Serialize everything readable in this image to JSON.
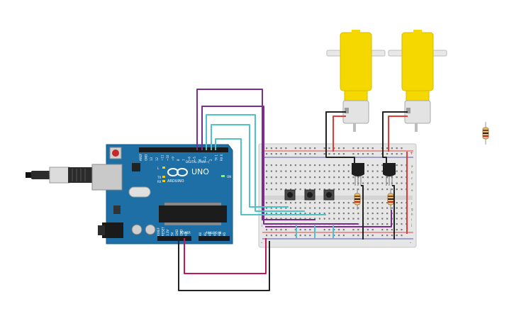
{
  "arduino": {
    "model_label": "UNO",
    "brand_label": "ARDUINO",
    "digital_header_label": "DIGITAL (PWM~)",
    "power_label": "POWER",
    "analog_label": "ANALOG IN",
    "tx_label": "TX",
    "rx_label": "RX",
    "l_label": "L",
    "on_label": "ON",
    "digital_pins": [
      "AREF",
      "GND",
      "13",
      "12",
      "~11",
      "~10",
      "~9",
      "8",
      "7",
      "~6",
      "~5",
      "4",
      "~3",
      "2",
      "TX 1",
      "RX 0"
    ],
    "power_pins": [
      "IOREF",
      "RESET",
      "3.3V",
      "5V",
      "GND",
      "GND",
      "Vin"
    ],
    "analog_pins": [
      "A0",
      "A1",
      "A2",
      "A3",
      "A4",
      "A5"
    ]
  },
  "breadboard": {
    "column_numbers": [
      "1",
      "5",
      "10",
      "15",
      "20",
      "25",
      "30"
    ],
    "row_letters_top": [
      "a",
      "b",
      "c",
      "d",
      "e"
    ],
    "row_letters_bottom": [
      "f",
      "g",
      "h",
      "i",
      "j"
    ],
    "rail_plus": "+",
    "rail_minus": "-"
  },
  "components": {
    "motors": [
      "dc-motor-left",
      "dc-motor-right"
    ],
    "transistors": [
      "transistor-left",
      "transistor-right"
    ],
    "buttons": [
      "pushbutton-1",
      "pushbutton-2",
      "pushbutton-3"
    ],
    "resistors": [
      "resistor-left",
      "resistor-right",
      "resistor-loose"
    ]
  },
  "colors": {
    "board_blue": "#1b6fa8",
    "breadboard": "#e8e8e8",
    "motor_yellow": "#f2d600",
    "wire_purple": "#7b2d8b",
    "wire_teal": "#4fc3c8",
    "wire_magenta": "#c2185b",
    "wire_black": "#222222",
    "wire_red": "#e53935"
  }
}
